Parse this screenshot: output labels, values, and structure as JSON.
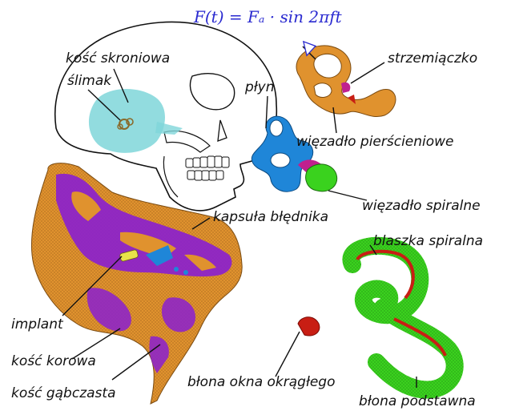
{
  "formula": "F(t) = Fₐ · sin 2πft",
  "labels": {
    "temporal_bone": "kość skroniowa",
    "cochlea": "ślimak",
    "fluid": "płyn",
    "stapes": "strzemiączko",
    "annular_ligament": "więzadło pierścieniowe",
    "spiral_ligament": "więzadło spiralne",
    "labyrinth_capsule": "kapsuła błędnika",
    "spiral_lamina": "blaszka spiralna",
    "implant": "implant",
    "cortical_bone": "kość korowa",
    "cancellous_bone": "kość gąbczasta",
    "round_window_membrane": "błona okna okrągłego",
    "basilar_membrane": "błona podstawna"
  },
  "colors": {
    "bone_orange": "#e0922e",
    "bone_purple": "#8a1fd0",
    "fluid_blue": "#1f86d8",
    "cochlea_cyan": "#7fd6d9",
    "spiral_green": "#3ad21e",
    "lamina_red": "#c81e14",
    "ligament_magenta": "#c0208e",
    "formula_blue": "#2a2ad0"
  }
}
